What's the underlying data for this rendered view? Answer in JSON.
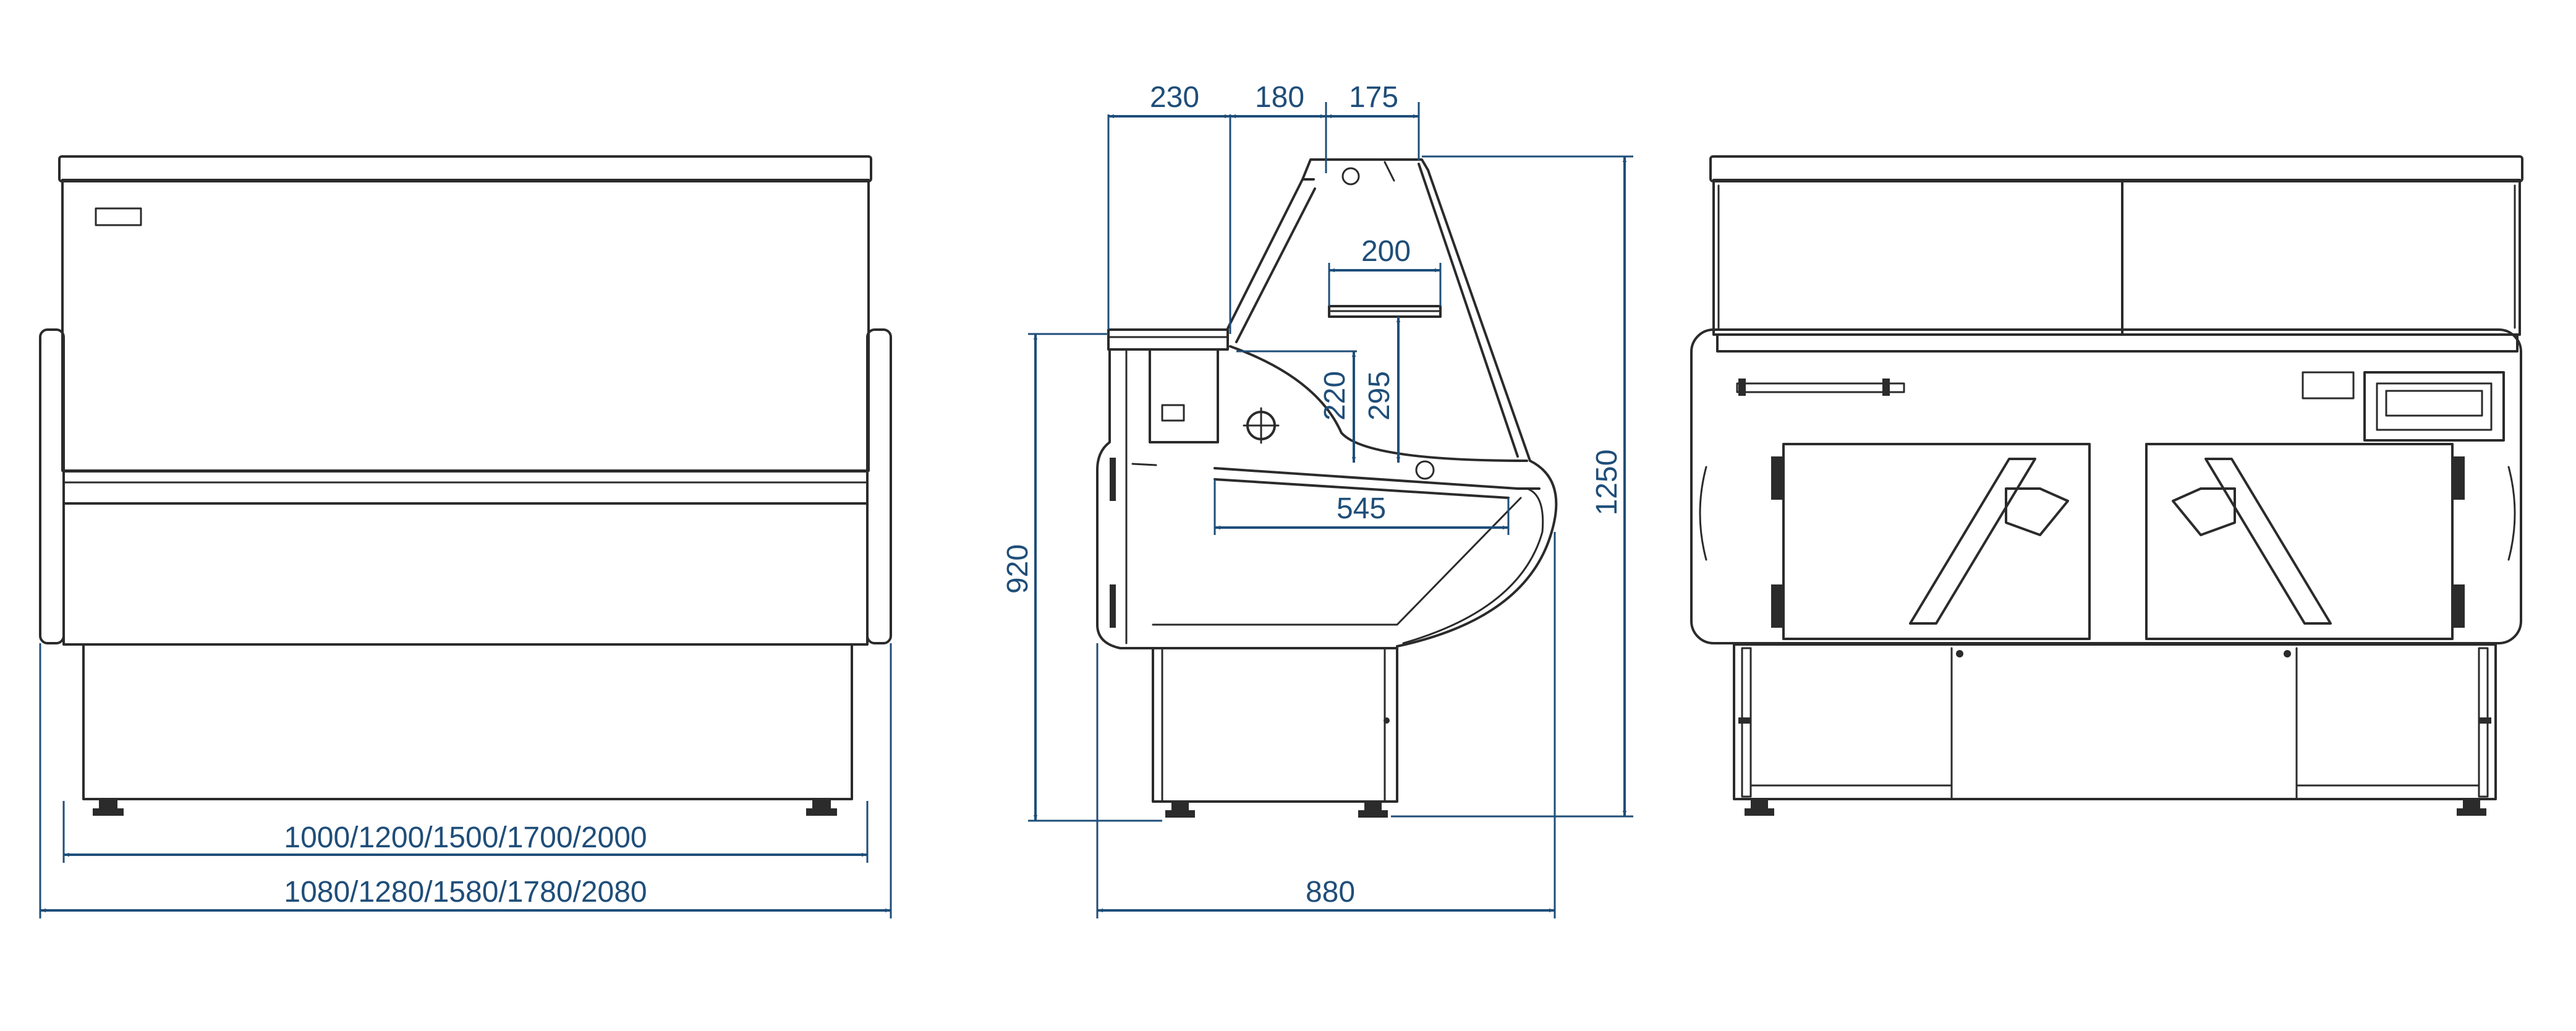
{
  "dimensions": {
    "inner_lengths": "1000/1200/1500/1700/2000",
    "outer_lengths": "1080/1280/1580/1780/2080",
    "top_rear": "230",
    "top_mid": "180",
    "top_front": "175",
    "shelf_width": "200",
    "shelf_clear_220": "220",
    "shelf_clear_295": "295",
    "display_depth": "545",
    "counter_height": "920",
    "total_height": "1250",
    "total_depth": "880"
  },
  "colors": {
    "dimension_lines": "#1f4e79",
    "outline": "#2b2b2b"
  }
}
